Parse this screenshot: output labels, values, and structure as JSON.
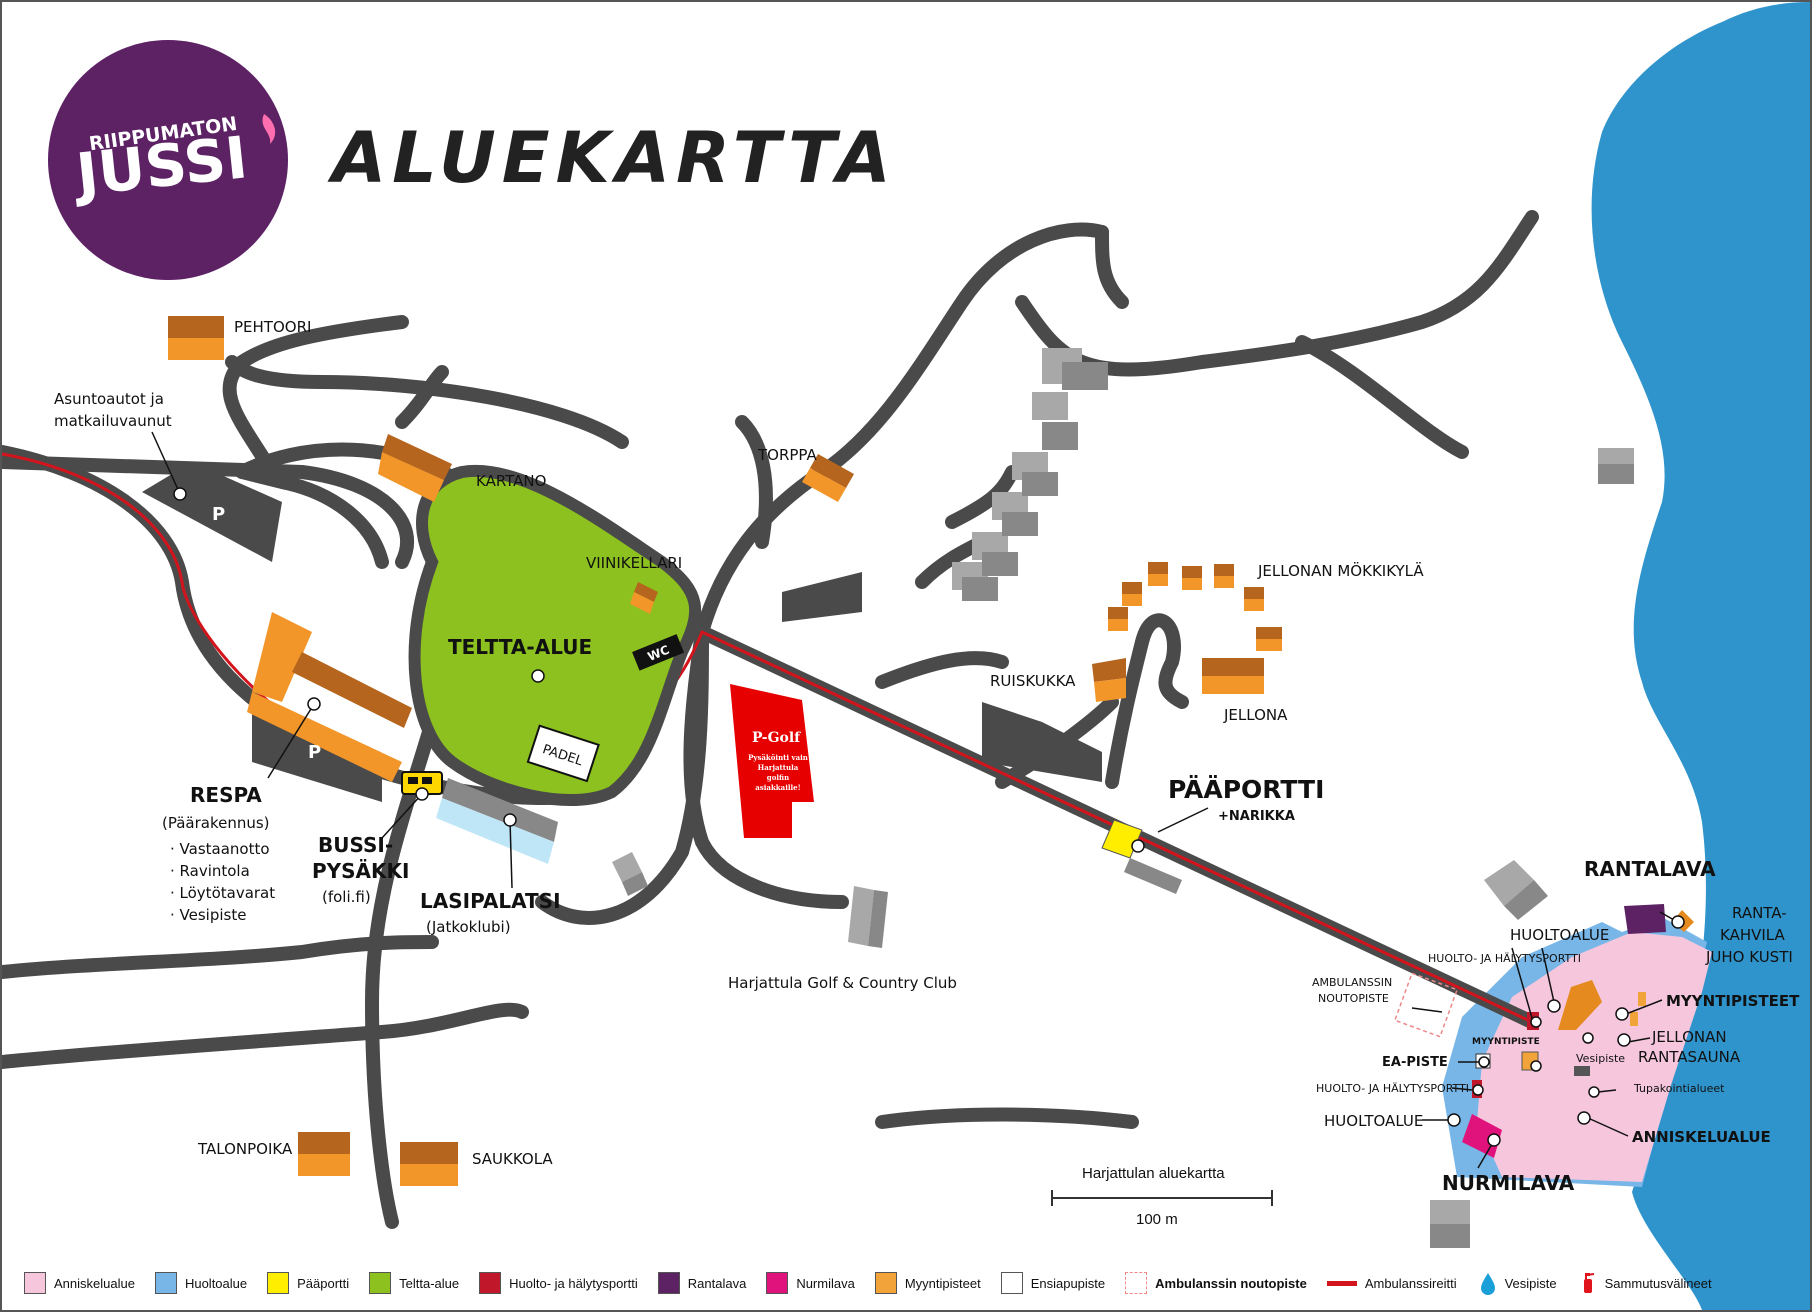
{
  "title": "ALUEKARTTA",
  "logo": {
    "line1": "RIIPPUMATON",
    "line2": "JUSSI",
    "bg": "#5c2264"
  },
  "places": {
    "pehtoori": "PEHTOORI",
    "asuntoautot_1": "Asuntoautot ja",
    "asuntoautot_2": "matkailuvaunut",
    "kartano": "KARTANO",
    "torppa": "TORPPA",
    "viinikellari": "VIINIKELLARI",
    "teltta_alue": "TELTTA-ALUE",
    "wc": "WC",
    "padel": "PADEL",
    "pgolf_title": "P-Golf",
    "pgolf_1": "Pysäköinti vain",
    "pgolf_2": "Harjattula",
    "pgolf_3": "golfin",
    "pgolf_4": "asiakkaille!",
    "parking": "P",
    "respa": "RESPA",
    "respa_sub": "(Päärakennus)",
    "respa_items": [
      "· Vastaanotto",
      "· Ravintola",
      "· Löytötavarat",
      "· Vesipiste"
    ],
    "bussi_1": "BUSSI-",
    "bussi_2": "PYSÄKKI",
    "bussi_3": "(foli.fi)",
    "lasipalatsi": "LASIPALATSI",
    "lasipalatsi_sub": "(Jatkoklubi)",
    "golfclub": "Harjattula Golf & Country Club",
    "jellonan_mokkikyla": "JELLONAN MÖKKIKYLÄ",
    "ruiskukka": "RUISKUKKA",
    "jellona": "JELLONA",
    "paaportti": "PÄÄPORTTI",
    "narikka": "+NARIKKA",
    "talonpoika": "TALONPOIKA",
    "saukkola": "SAUKKOLA",
    "rantalava": "RANTALAVA",
    "rantakahvila_1": "RANTA-",
    "rantakahvila_2": "KAHVILA",
    "rantakahvila_3": "JUHO KUSTI",
    "huoltoalue_top": "HUOLTOALUE",
    "huolto_portti_top": "HUOLTO- JA HÄLYTYSPORTTI",
    "ambulanssi_1": "AMBULANSSIN",
    "ambulanssi_2": "NOUTOPISTE",
    "myyntipisteet": "MYYNTIPISTEET",
    "jellonan_rantasauna_1": "JELLONAN",
    "jellonan_rantasauna_2": "RANTASAUNA",
    "ea_piste": "EA-PISTE",
    "myyntipiste": "MYYNTIPISTE",
    "vesipiste": "Vesipiste",
    "tupakointialueet": "Tupakointialueet",
    "huolto_portti_bottom": "HUOLTO- JA HÄLYTYSPORTTI",
    "huoltoalue_bottom": "HUOLTOALUE",
    "anniskelualue": "ANNISKELUALUE",
    "nurmilava": "NURMILAVA"
  },
  "scale": {
    "title": "Harjattulan aluekartta",
    "label": "100 m"
  },
  "legend": [
    {
      "label": "Anniskelualue",
      "color": "#f5c6dc",
      "kind": "swatch"
    },
    {
      "label": "Huoltoalue",
      "color": "#78b6e8",
      "kind": "swatch"
    },
    {
      "label": "Pääportti",
      "color": "#ffee00",
      "kind": "swatch"
    },
    {
      "label": "Teltta-alue",
      "color": "#8cc11f",
      "kind": "swatch"
    },
    {
      "label": "Huolto- ja hälytysportti",
      "color": "#c0182a",
      "kind": "swatch"
    },
    {
      "label": "Rantalava",
      "color": "#5c2264",
      "kind": "swatch"
    },
    {
      "label": "Nurmilava",
      "color": "#e0127c",
      "kind": "swatch"
    },
    {
      "label": "Myyntipisteet",
      "color": "#f2a33a",
      "kind": "swatch"
    },
    {
      "label": "Ensiapupiste",
      "color": "#ffffff",
      "kind": "swatch"
    },
    {
      "label": "Ambulanssin noutopiste",
      "color": "#ffffff",
      "kind": "swatch-dashed"
    },
    {
      "label": "Ambulanssireitti",
      "color": "#d3141c",
      "kind": "line"
    },
    {
      "label": "Vesipiste",
      "color": "#1a9fd9",
      "kind": "drop"
    },
    {
      "label": "Sammutusvälineet",
      "color": "#e0141c",
      "kind": "extinguisher"
    }
  ],
  "colors": {
    "road": "#4a4a4a",
    "water": "#2f94cc",
    "building_dark": "#b5651d",
    "building_light": "#f2962a",
    "ambulance_route": "#d3141c"
  }
}
